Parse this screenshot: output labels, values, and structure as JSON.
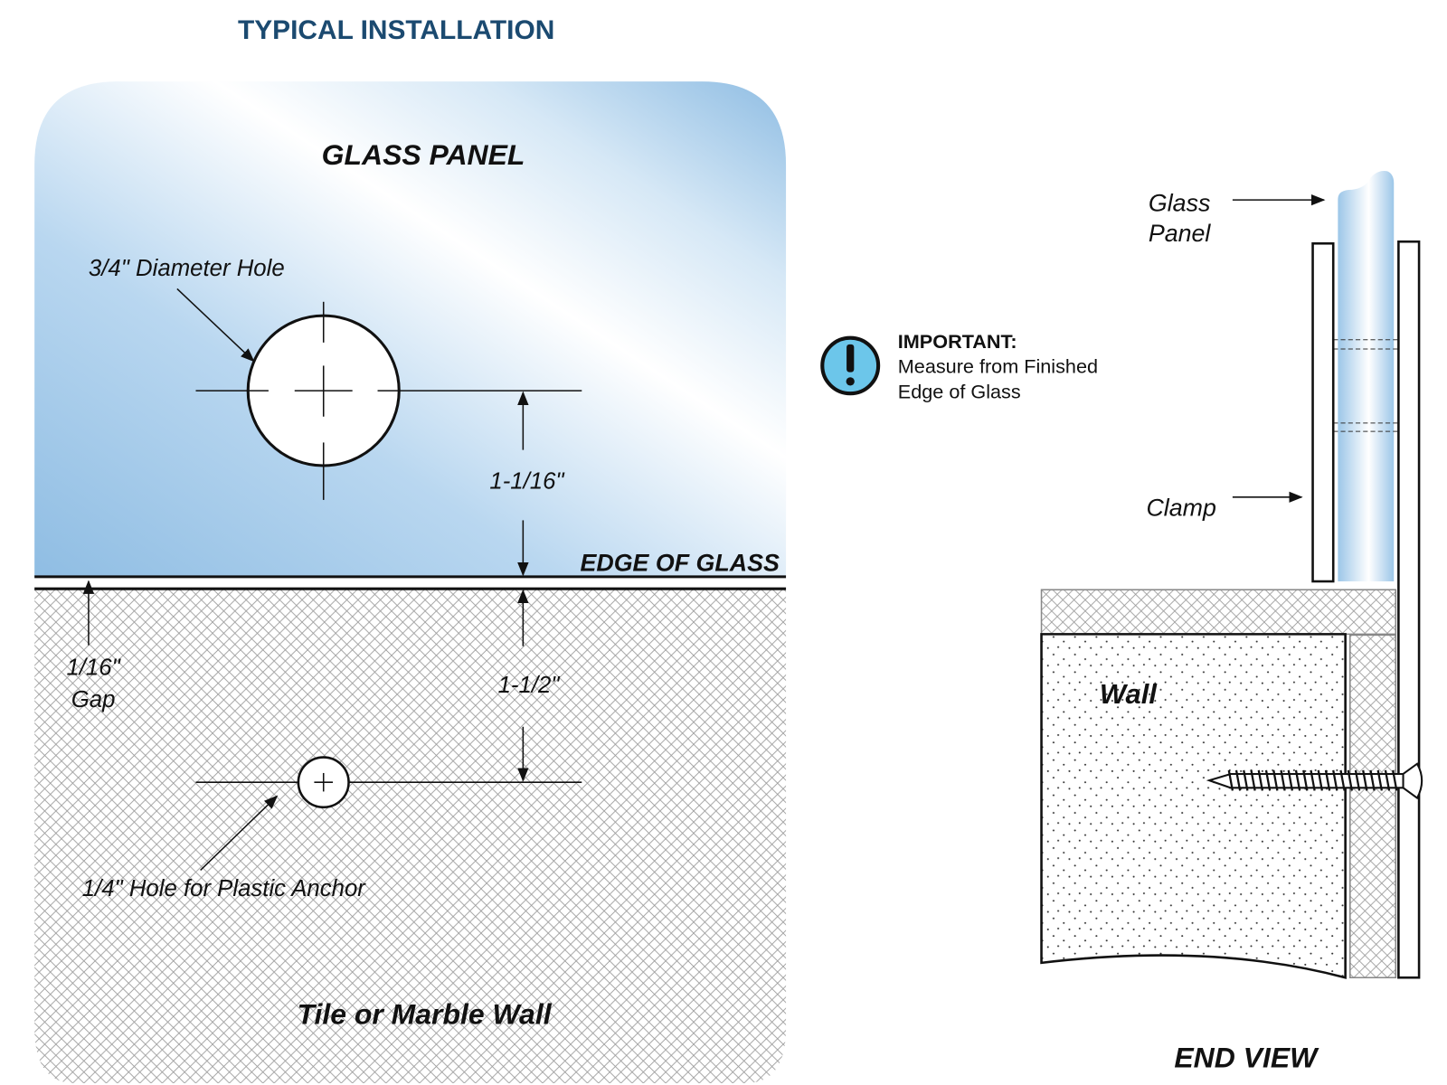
{
  "title": "TYPICAL INSTALLATION",
  "front_view": {
    "glass_panel_label": "GLASS PANEL",
    "hole_label": "3/4\" Diameter Hole",
    "dim_upper": "1-1/16\"",
    "edge_label": "EDGE OF GLASS",
    "gap_label_line1": "1/16\"",
    "gap_label_line2": "Gap",
    "dim_lower": "1-1/2\"",
    "anchor_label": "1/4\" Hole for Plastic Anchor",
    "wall_label": "Tile or Marble Wall"
  },
  "important": {
    "icon": "exclamation-icon",
    "heading": "IMPORTANT:",
    "line1": "Measure from Finished",
    "line2": "Edge of Glass"
  },
  "end_view": {
    "glass_label_line1": "Glass",
    "glass_label_line2": "Panel",
    "clamp_label": "Clamp",
    "wall_label": "Wall",
    "title": "END VIEW"
  },
  "colors": {
    "title": "#1b4a70",
    "glass_blue": "#93bfe4",
    "icon_fill": "#6cc6ea"
  }
}
